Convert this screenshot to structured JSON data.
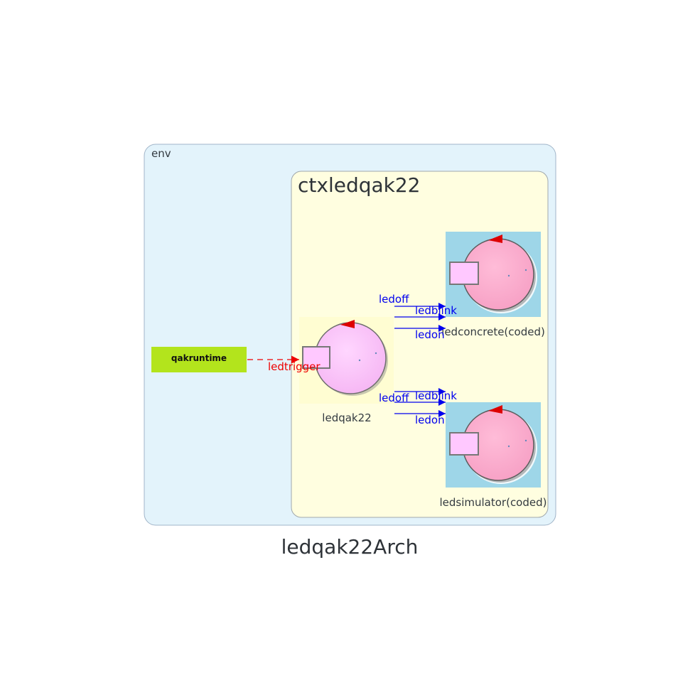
{
  "title": "ledqak22Arch",
  "env": {
    "label": "env"
  },
  "context": {
    "label": "ctxledqak22"
  },
  "runtime": {
    "label": "qakruntime"
  },
  "actors": {
    "main": {
      "label": "ledqak22"
    },
    "concrete": {
      "label": "ledconcrete(coded)"
    },
    "simulator": {
      "label": "ledsimulator(coded)"
    }
  },
  "edges": {
    "trigger": {
      "label": "ledtrigger"
    },
    "concrete_off": {
      "label": "ledoff"
    },
    "concrete_blink": {
      "label": "ledblink"
    },
    "concrete_on": {
      "label": "ledon"
    },
    "sim_blink": {
      "label": "ledblink"
    },
    "sim_off": {
      "label": "ledoff"
    },
    "sim_on": {
      "label": "ledon"
    }
  },
  "colors": {
    "env_fill": "#e3f3fb",
    "context_fill": "#fffee0",
    "runtime_fill": "#b3e41c",
    "dispatch_edge": "#0000ee",
    "event_edge": "#ee0000",
    "coded_bg": "#9ed6e8"
  },
  "icons": {
    "main": "actor-icon",
    "coded": "coded-actor-icon"
  }
}
